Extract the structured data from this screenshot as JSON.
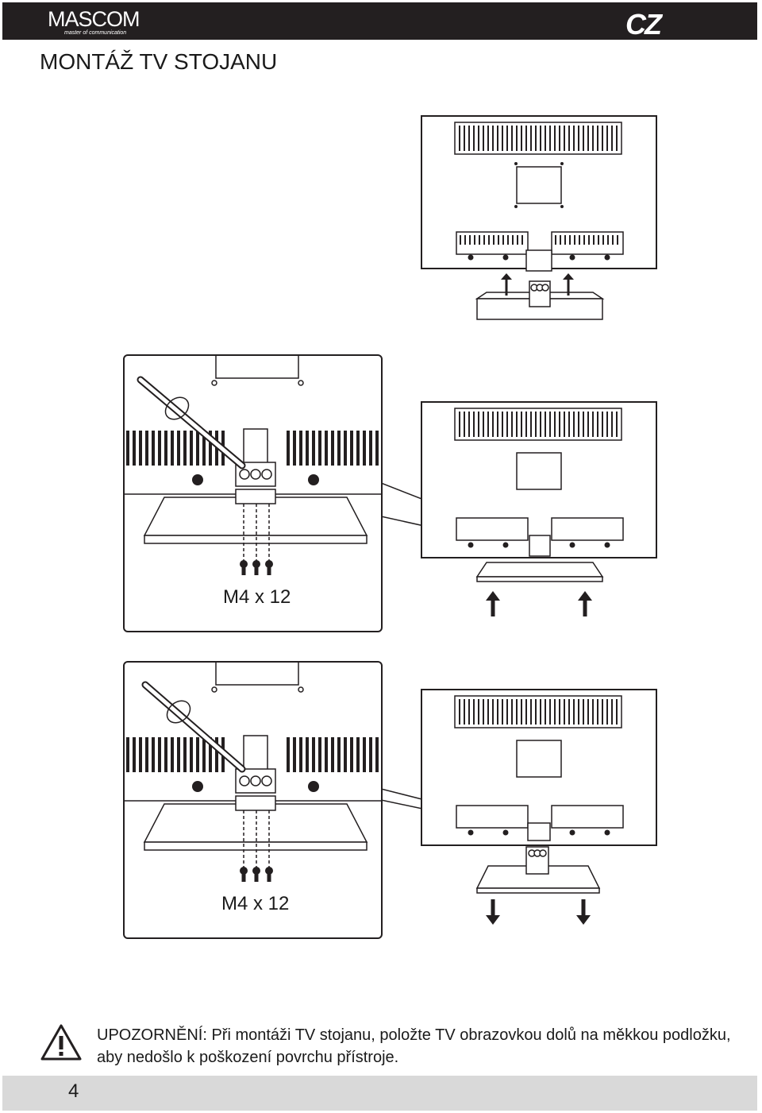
{
  "header": {
    "logo_text": "MASCOM",
    "logo_tagline": "master of communication",
    "language_code": "CZ",
    "background_color": "#231f20"
  },
  "page_title": "MONTÁŽ TV STOJANU",
  "steps": [
    {
      "screw_label": "M4 x 12",
      "stand_direction": "attach-up"
    },
    {
      "screw_label": "M4 x 12",
      "stand_direction": "detach-down"
    }
  ],
  "warning": {
    "icon": "warning-triangle-icon",
    "label": "UPOZORNĚNÍ:",
    "text": "Při montáži TV stojanu, položte TV obrazovkou dolů na měkkou podložku, aby nedošlo k poškození povrchu přístroje."
  },
  "footer": {
    "page_number": "4",
    "band_color": "#d9d9d9"
  }
}
